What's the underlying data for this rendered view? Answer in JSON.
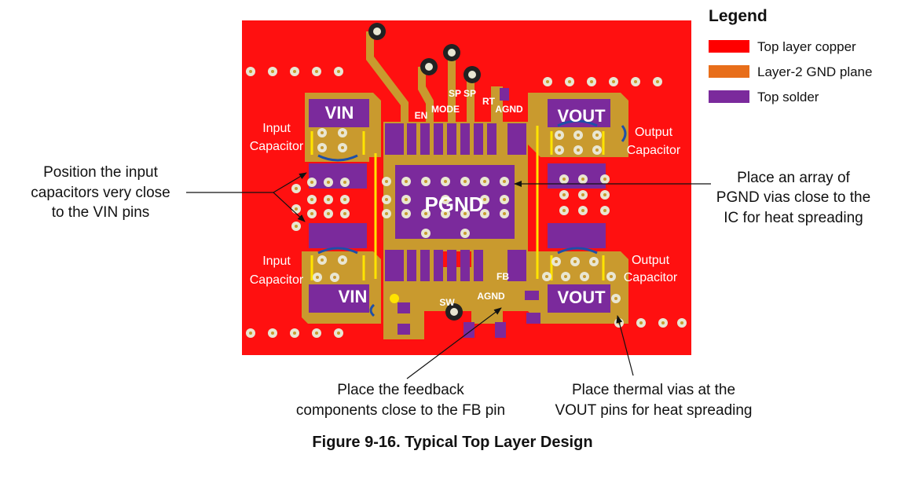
{
  "legend": {
    "title": "Legend",
    "items": [
      {
        "label": "Top layer copper",
        "color": "#FF0000"
      },
      {
        "label": "Layer-2 GND plane",
        "color": "#E86E1A"
      },
      {
        "label": "Top solder",
        "color": "#7B2A9C"
      }
    ]
  },
  "colors": {
    "copper": "#FF1010",
    "gnd_plane": "#C99A2E",
    "solder": "#7B2A9C",
    "via_fill": "#E9E6D2",
    "via_core": "#C99A2E",
    "yellow": "#FFE400",
    "blue_edge": "#1E4FA8"
  },
  "board": {
    "vin_top": "VIN",
    "vin_bottom": "VIN",
    "vout_top": "VOUT",
    "vout_bottom": "VOUT",
    "pgnd": "PGND",
    "pins": {
      "en": "EN",
      "mode": "MODE",
      "sp1": "SP",
      "sp2": "SP",
      "rt": "RT",
      "agnd_top": "AGND",
      "fb": "FB",
      "sw": "SW",
      "agnd_bottom": "AGND"
    },
    "input_cap_top": [
      "Input",
      "Capacitor"
    ],
    "input_cap_bottom": [
      "Input",
      "Capacitor"
    ],
    "output_cap_top": [
      "Output",
      "Capacitor"
    ],
    "output_cap_bottom": [
      "Output",
      "Capacitor"
    ]
  },
  "annotations": {
    "input_caps": [
      "Position the input",
      "capacitors very close",
      "to the VIN pins"
    ],
    "pgnd_vias": [
      "Place an array of",
      "PGND vias close to the",
      "IC for heat spreading"
    ],
    "feedback": [
      "Place the feedback",
      "components close to the FB pin"
    ],
    "thermal": [
      "Place thermal vias at the",
      "VOUT pins for heat spreading"
    ]
  },
  "caption": "Figure 9-16. Typical Top Layer Design"
}
